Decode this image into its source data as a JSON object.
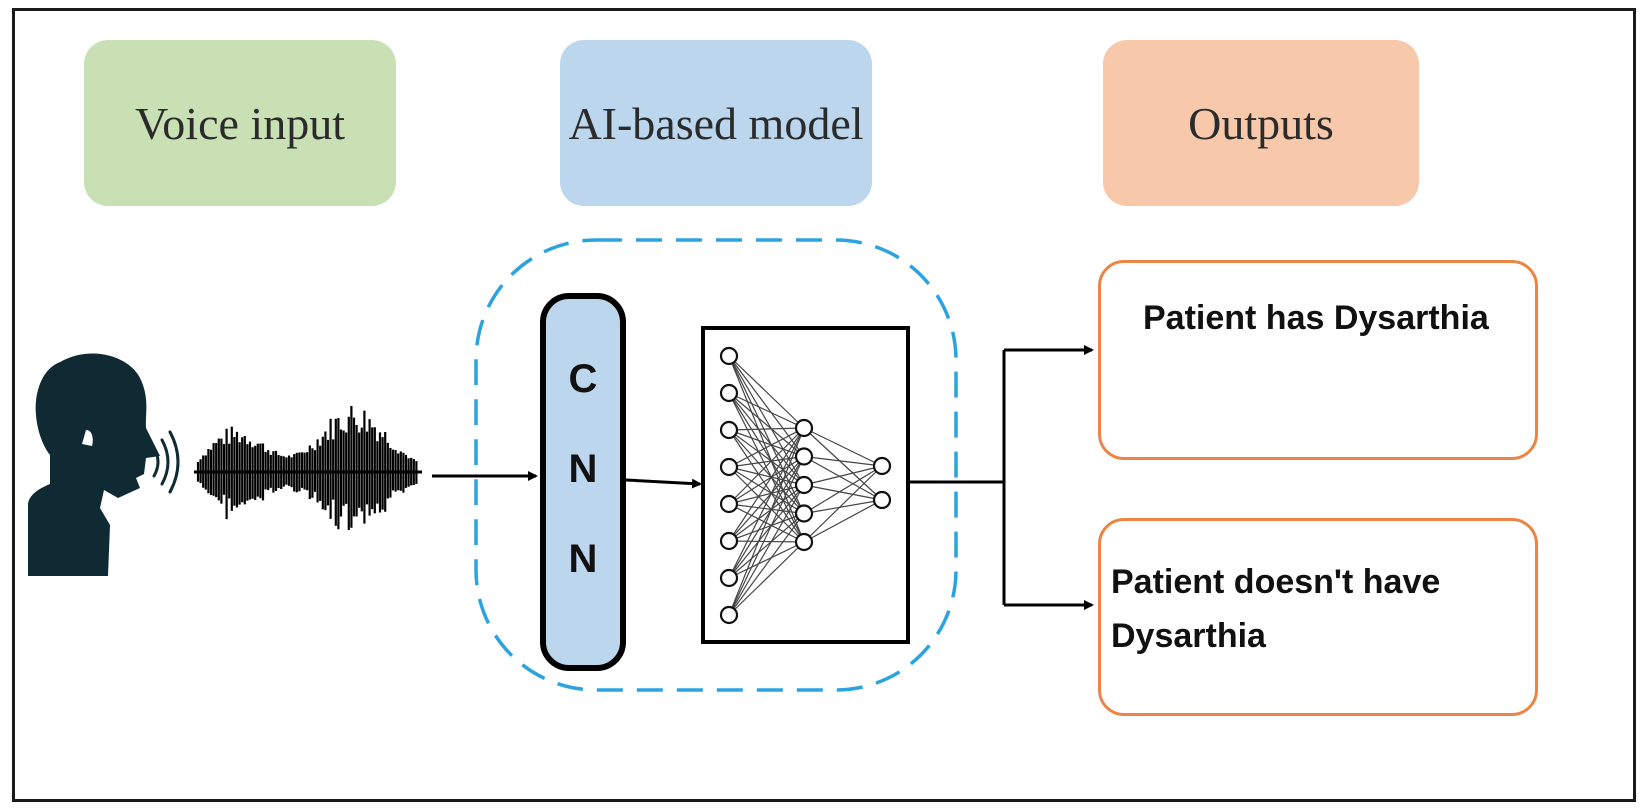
{
  "stages": {
    "voice_input": "Voice input",
    "ai_model": "AI-based model",
    "outputs": "Outputs"
  },
  "cnn": {
    "letter_1": "C",
    "letter_2": "N",
    "letter_3": "N"
  },
  "outputs": {
    "positive": "Patient has Dysarthia",
    "negative_line_1": "Patient doesn't have",
    "negative_line_2": "Dysarthia"
  },
  "colors": {
    "voice_stage": "#c9e0b4",
    "model_stage": "#bcd6ee",
    "output_stage": "#f7c9aa",
    "dashed_border": "#2aa3e0",
    "output_border": "#ea8545",
    "speaker": "#0f2a33"
  },
  "icons": [
    "speaker-head-icon",
    "sound-waves-icon",
    "waveform-icon",
    "neural-network-icon"
  ]
}
